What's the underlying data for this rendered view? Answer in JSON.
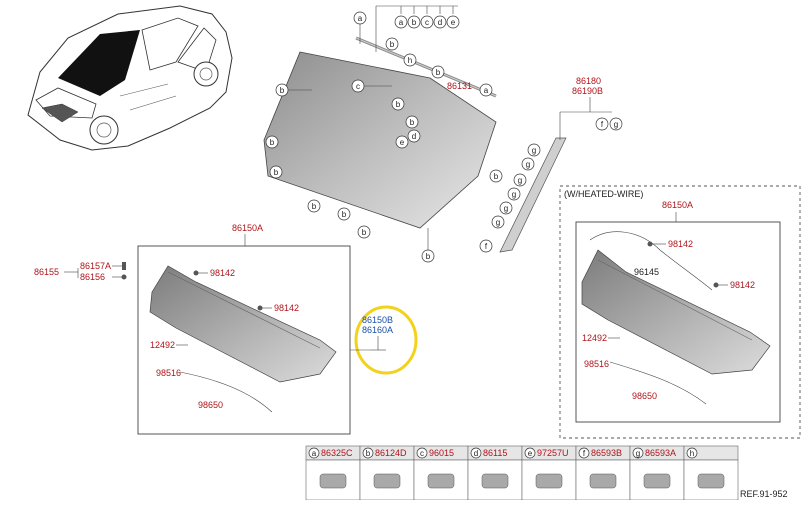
{
  "windshield": {
    "part_number": "86131",
    "callouts": [
      "a",
      "b",
      "c",
      "d",
      "e"
    ],
    "top_callout_group": [
      "a",
      "b",
      "c",
      "d",
      "e"
    ],
    "letters": {
      "a": "a",
      "b": "b",
      "c": "c",
      "d": "d",
      "e": "e",
      "h": "h"
    }
  },
  "side_molding": {
    "part_numbers": [
      "86180",
      "86190B"
    ],
    "callouts": [
      "f",
      "g"
    ]
  },
  "cowl_panel_left": {
    "title": "86150A",
    "parts": {
      "p86155": "86155",
      "p86157A": "86157A",
      "p86156": "86156",
      "p98142_a": "98142",
      "p98142_b": "98142",
      "p12492": "12492",
      "p98516": "98516",
      "p98650": "98650"
    }
  },
  "highlight": {
    "part_numbers": [
      "86150B",
      "86160A"
    ]
  },
  "cowl_panel_heated": {
    "caption": "(W/HEATED-WIRE)",
    "title": "86150A",
    "parts": {
      "p98142_a": "98142",
      "p96145": "96145",
      "p98142_b": "98142",
      "p12492": "12492",
      "p98516": "98516",
      "p98650": "98650"
    }
  },
  "legend": {
    "items": [
      {
        "letter": "a",
        "part": "86325C"
      },
      {
        "letter": "b",
        "part": "86124D"
      },
      {
        "letter": "c",
        "part": "96015"
      },
      {
        "letter": "d",
        "part": "86115"
      },
      {
        "letter": "e",
        "part": "97257U"
      },
      {
        "letter": "f",
        "part": "86593B"
      },
      {
        "letter": "g",
        "part": "86593A"
      },
      {
        "letter": "h",
        "part": ""
      }
    ],
    "ref": "REF.91-952"
  },
  "colors": {
    "part_red": "#b0141b",
    "part_blue": "#1a4fa8",
    "highlight_ring": "#f2d21b",
    "glass": "#a9a9a9"
  }
}
